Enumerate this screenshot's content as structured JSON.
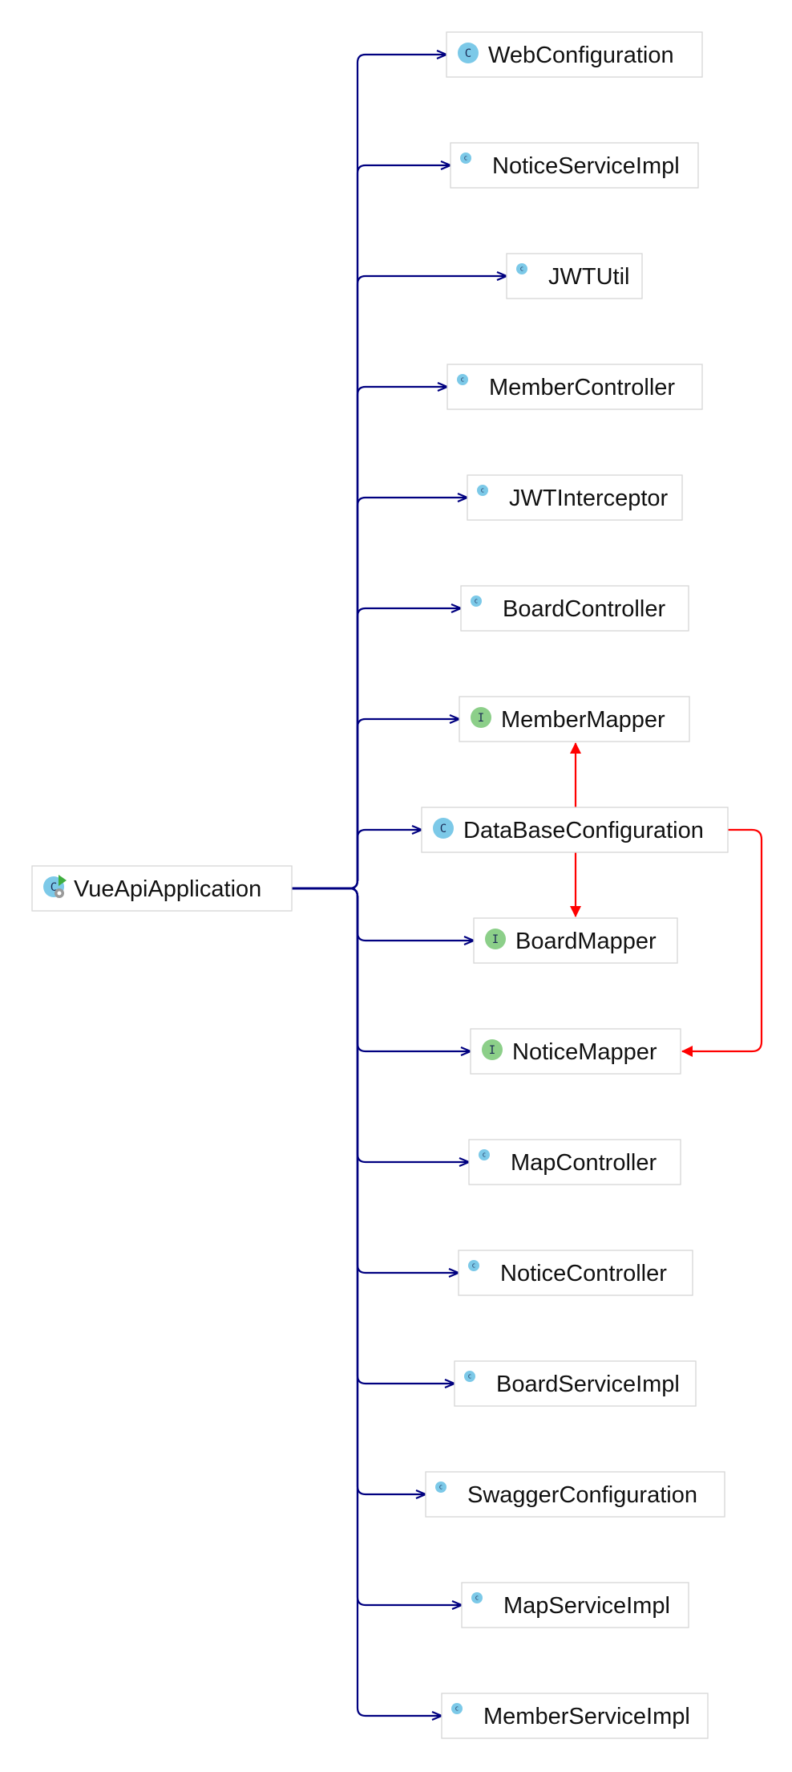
{
  "diagram": {
    "root": {
      "label": "VueApiApplication",
      "kind": "spring-boot-app",
      "icon": "spring-boot-app-icon"
    },
    "nodes": [
      {
        "id": "webconfig",
        "label": "WebConfiguration",
        "kind": "class",
        "icon": "class-icon"
      },
      {
        "id": "noticeserviceimpl",
        "label": "NoticeServiceImpl",
        "kind": "class",
        "icon": "class-icon"
      },
      {
        "id": "jwtutil",
        "label": "JWTUtil",
        "kind": "class",
        "icon": "class-icon"
      },
      {
        "id": "membercontroller",
        "label": "MemberController",
        "kind": "class",
        "icon": "class-icon"
      },
      {
        "id": "jwtinterceptor",
        "label": "JWTInterceptor",
        "kind": "class",
        "icon": "class-icon"
      },
      {
        "id": "boardcontroller",
        "label": "BoardController",
        "kind": "class",
        "icon": "class-icon"
      },
      {
        "id": "membermapper",
        "label": "MemberMapper",
        "kind": "interface",
        "icon": "interface-icon"
      },
      {
        "id": "databaseconfig",
        "label": "DataBaseConfiguration",
        "kind": "class",
        "icon": "class-icon"
      },
      {
        "id": "boardmapper",
        "label": "BoardMapper",
        "kind": "interface",
        "icon": "interface-icon"
      },
      {
        "id": "noticemapper",
        "label": "NoticeMapper",
        "kind": "interface",
        "icon": "interface-icon"
      },
      {
        "id": "mapcontroller",
        "label": "MapController",
        "kind": "class",
        "icon": "class-icon"
      },
      {
        "id": "noticecontroller",
        "label": "NoticeController",
        "kind": "class",
        "icon": "class-icon"
      },
      {
        "id": "boardserviceimpl",
        "label": "BoardServiceImpl",
        "kind": "class",
        "icon": "class-icon"
      },
      {
        "id": "swaggerconfig",
        "label": "SwaggerConfiguration",
        "kind": "class",
        "icon": "class-icon"
      },
      {
        "id": "mapserviceimpl",
        "label": "MapServiceImpl",
        "kind": "class",
        "icon": "class-icon"
      },
      {
        "id": "memberserviceimpl",
        "label": "MemberServiceImpl",
        "kind": "class",
        "icon": "class-icon"
      }
    ],
    "edges": [
      {
        "from": "databaseconfig",
        "to": "membermapper",
        "color": "#ff0000"
      },
      {
        "from": "databaseconfig",
        "to": "boardmapper",
        "color": "#ff0000"
      },
      {
        "from": "databaseconfig",
        "to": "noticemapper",
        "color": "#ff0000"
      }
    ],
    "colors": {
      "root_edge": "#000080",
      "bean_edge": "#ff0000",
      "class_icon": "#7cc9e8",
      "interface_icon": "#8ccf89",
      "node_border": "#d6d6d6"
    }
  }
}
